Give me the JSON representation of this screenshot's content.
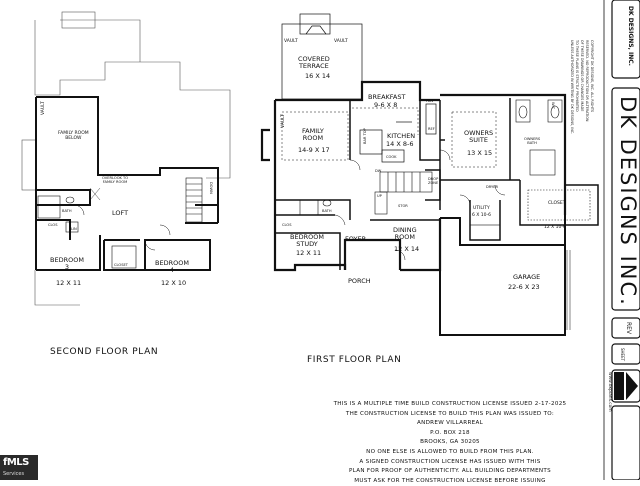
{
  "plans": {
    "second_floor": {
      "title": "SECOND FLOOR PLAN",
      "rooms": {
        "family_below": "FAMILY ROOM\nBELOW",
        "overlook": "OVERLOOK TO\nFAMILY ROOM",
        "loft": "LOFT",
        "bath": "BATH",
        "clos": "CLOS",
        "lin": "LIN",
        "closet": "CLOSET",
        "bed3_name": "BEDROOM\n3",
        "bed3_size": "12 X 11",
        "bed4_name": "BEDROOM\n4",
        "bed4_size": "12 X 10",
        "down": "DOWN",
        "vault": "VAULT"
      }
    },
    "first_floor": {
      "title": "FIRST FLOOR PLAN",
      "rooms": {
        "terrace_name": "COVERED\nTERRACE",
        "terrace_size": "16 X 14",
        "vault_left": "VAULT",
        "vault_right": "VAULT",
        "breakfast_name": "BREAKFAST",
        "breakfast_size": "9-6 X 8",
        "pan": "PAN",
        "family_name": "FAMILY\nROOM",
        "family_size": "14-9 X 17",
        "family_vault": "VAULT",
        "kitchen_name": "KITCHEN",
        "kitchen_size": "14 X 8-6",
        "bar_top": "BAR TOP",
        "ref": "REF",
        "cook": "COOK",
        "dw": "DW",
        "stor": "STOR",
        "up": "UP",
        "bath": "BATH",
        "clos": "CLOS",
        "study_name": "BEDROOM\nSTUDY",
        "study_size": "12 X 11",
        "foyer": "FOYER",
        "dining_name": "DINING\nROOM",
        "dining_size": "12 X 14",
        "porch": "PORCH",
        "owners_name": "OWNERS\nSUITE",
        "owners_size": "13 X 15",
        "owners_bath": "OWNERS\nBATH",
        "wic": "WIC",
        "drop_zone": "DROP\nZONE",
        "utility_name": "UTILITY",
        "utility_size": "6 X 10-6",
        "closet_name": "CLOSET",
        "closet_size": "12 X 10-6",
        "dryer": "DRYER",
        "garage_name": "GARAGE",
        "garage_size": "22-6 X 23"
      }
    }
  },
  "license_notice": {
    "lines": [
      "THIS IS A MULTIPLE TIME BUILD CONSTRUCTION LICENSE ISSUED 2-17-2025",
      "THE CONSTRUCTION LICENSE TO BUILD THIS PLAN WAS ISSUED TO:",
      "ANDREW VILLARREAL",
      "P.O. BOX 218",
      "BROOKS, GA 30205",
      "NO ONE ELSE IS ALLOWED TO BUILD FROM THIS PLAN.",
      "A SIGNED CONSTRUCTION LICENSE HAS ISSUED WITH THIS",
      "PLAN FOR PROOF OF AUTHENTICITY. ALL BUILDING DEPARTMENTS",
      "MUST ASK FOR THE CONSTRUCTION LICENSE BEFORE ISSUING"
    ]
  },
  "copyright_lines": [
    "COPYRIGHT DK DESIGNS, INC. ALL RIGHTS",
    "RESERVED. NO REPRODUCTION OR ALTERATION",
    "OF THESE DRAWINGS OR CHANGES MADE",
    "TO THESE PLANS IS STRICTLY PROHIBITED",
    "UNLESS AUTHORIZED IN WRITING BY DK DESIGNS, INC."
  ],
  "title_block": {
    "brand_small": "DK DESIGNS, INC.",
    "brand_large": "DK DESIGNS INC.",
    "website": "www.dkplans.com",
    "rev_label": "REV",
    "sheet_label": "SHEET"
  },
  "watermark": {
    "logo_text": "fMLS",
    "logo_sub": "Services"
  }
}
